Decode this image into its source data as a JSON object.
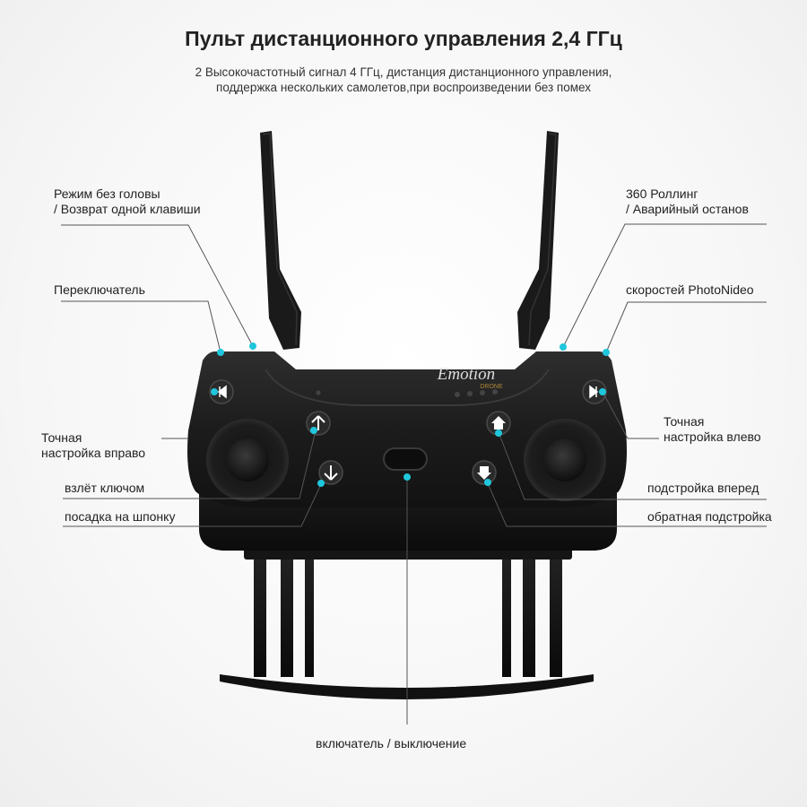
{
  "header": {
    "title": "Пульт дистанционного управления 2,4 ГГц",
    "subtitle_line1": "2 Высокочастотный сигнал 4 ГГц, дистанция дистанционного управления,",
    "subtitle_line2": "поддержка нескольких самолетов,при воспроизведении без помех"
  },
  "device": {
    "brand": "Emotion",
    "brand_sub": "DRONE"
  },
  "labels": {
    "headless_line1": "Режим без головы",
    "headless_line2": "/ Возврат одной клавиши",
    "switch": "Переключатель",
    "trim_right_line1": "Точная",
    "trim_right_line2": "настройка вправо",
    "takeoff": "взлёт ключом",
    "landing": "посадка на шпонку",
    "roll_line1": "360 Роллинг",
    "roll_line2": "/ Аварийный останов",
    "speed": "скоростей PhotoNideo",
    "trim_left_line1": "Точная",
    "trim_left_line2": "настройка влево",
    "trim_forward": "подстройка вперед",
    "trim_back": "обратная подстройка",
    "power": "включатель / выключение"
  },
  "colors": {
    "accent": "#1fc6dc",
    "body": "#1b1b1b",
    "leader": "#555555"
  }
}
